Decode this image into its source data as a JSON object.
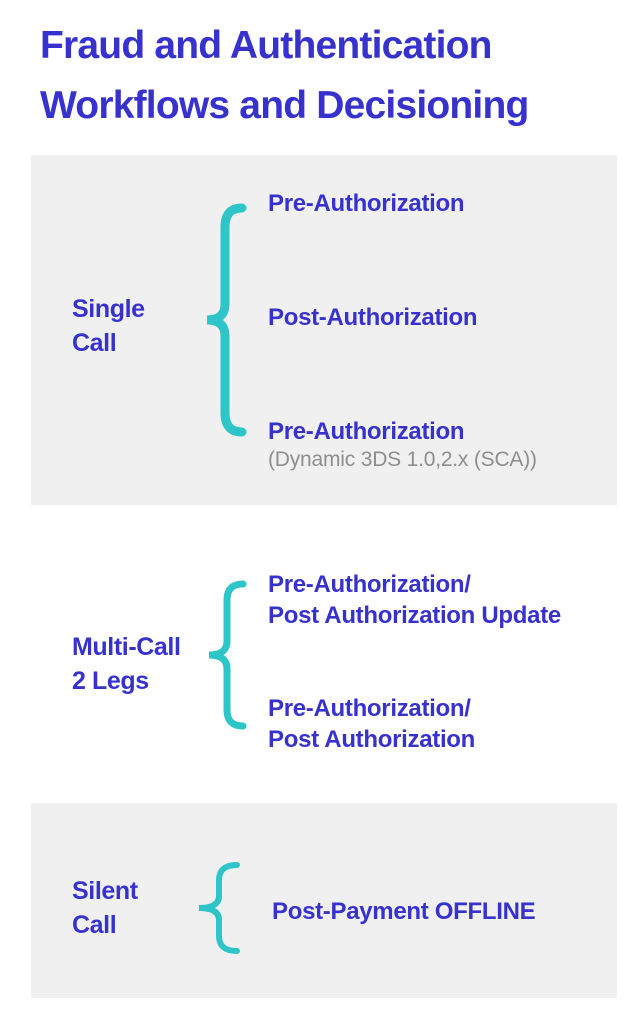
{
  "colors": {
    "heading_blue": "#3731CD",
    "accent_teal": "#2EC5C8",
    "muted_gray": "#8E8E8E",
    "panel_gray": "#F0F0F0",
    "page_background": "#FFFFFF"
  },
  "title": {
    "lines": [
      "Fraud and Authentication",
      "Workflows and Decisioning"
    ]
  },
  "sections": [
    {
      "id": "single-call",
      "label_lines": [
        "Single",
        "Call"
      ],
      "items": [
        {
          "title": "Pre-Authorization"
        },
        {
          "title": "Post-Authorization"
        },
        {
          "title": "Pre-Authorization",
          "subtitle": "(Dynamic 3DS 1.0,2.x (SCA))"
        }
      ]
    },
    {
      "id": "multi-call-2-legs",
      "label_lines": [
        "Multi-Call",
        "2 Legs"
      ],
      "items": [
        {
          "title": "Pre-Authorization/",
          "title_line2": "Post Authorization Update"
        },
        {
          "title": "Pre-Authorization/",
          "title_line2": "Post Authorization"
        }
      ]
    },
    {
      "id": "silent-call",
      "label_lines": [
        "Silent",
        "Call"
      ],
      "items": [
        {
          "title": "Post-Payment OFFLINE"
        }
      ]
    }
  ]
}
